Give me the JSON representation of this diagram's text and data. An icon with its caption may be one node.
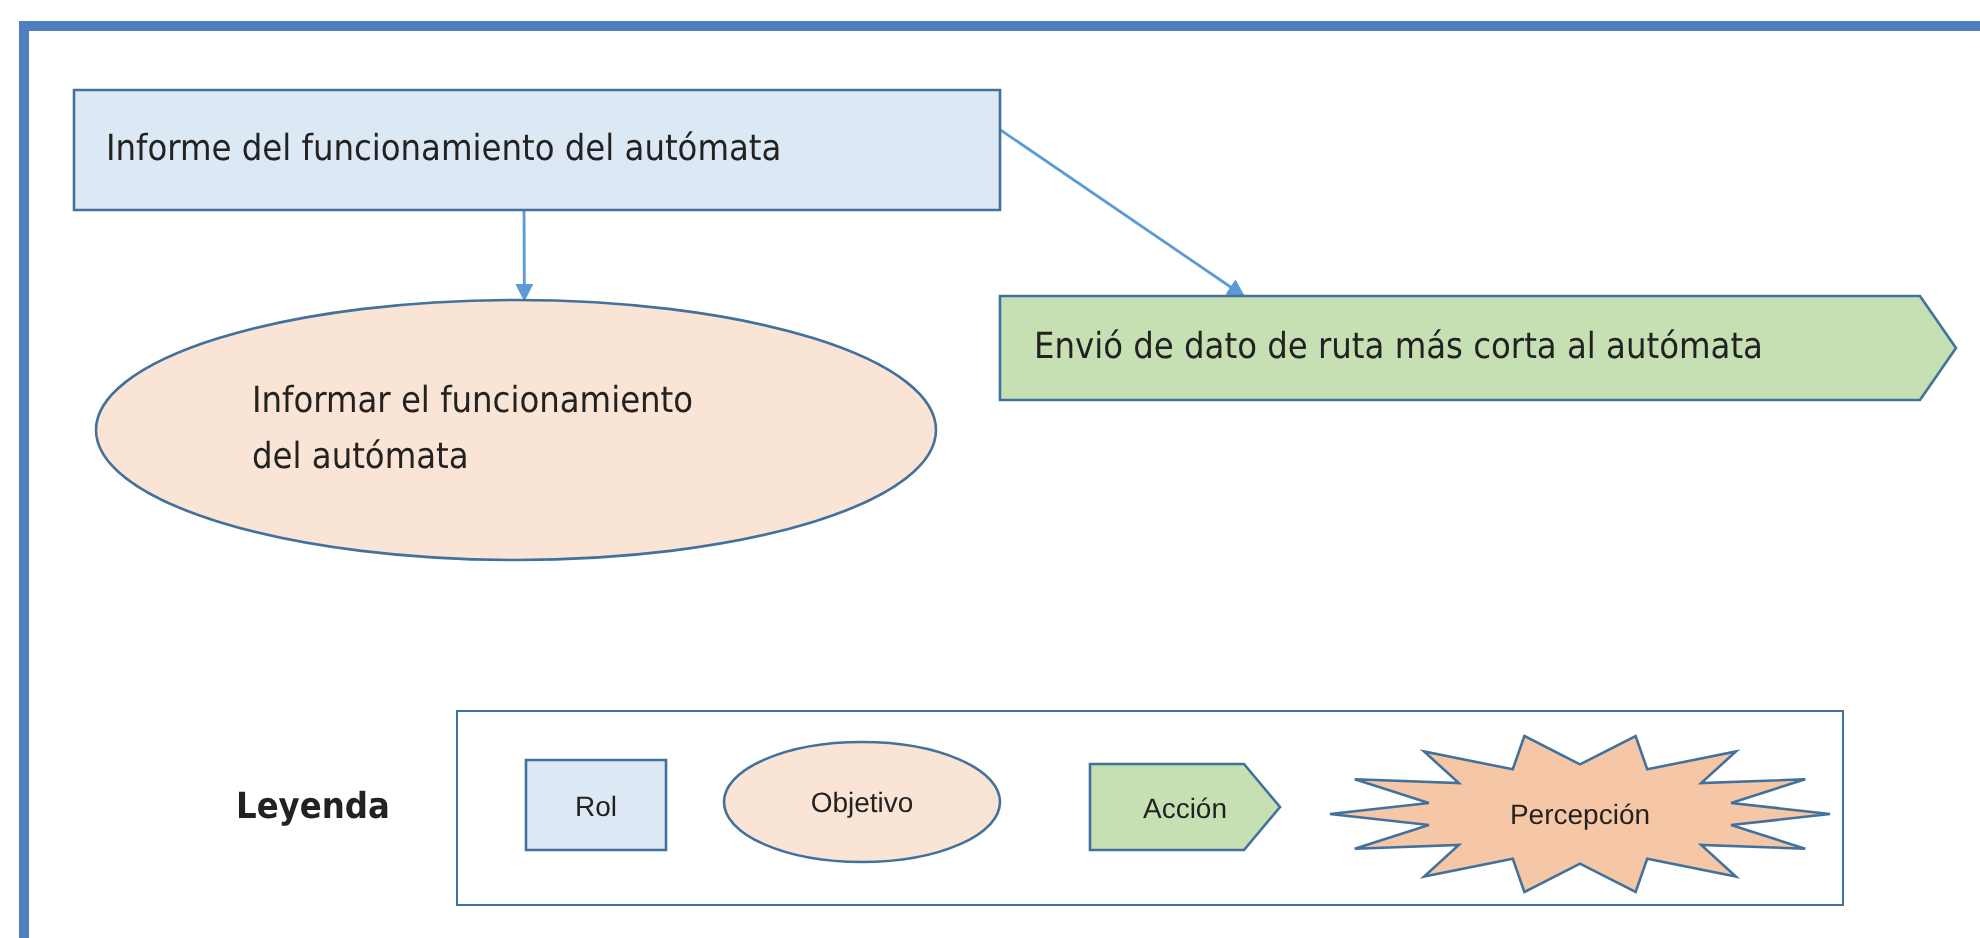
{
  "diagram": {
    "nodes": [
      {
        "text": [
          "Informe del funcionamiento del autómata"
        ]
      },
      {
        "text": [
          "Informar el funcionamiento del autómata"
        ]
      },
      {
        "text": [
          "Envió de dato de ruta más corta al autómata"
        ]
      }
    ],
    "edges": [
      {
        "from": 0,
        "to": 1,
        "arrow": "to"
      },
      {
        "from": 0,
        "to": 2,
        "arrow": "to"
      }
    ],
    "labels": [
      "Leyenda"
    ],
    "legend": [
      {
        "text": "Rol",
        "color": "#dde8f5"
      },
      {
        "text": "Objetivo",
        "color": "#fae4d6"
      },
      {
        "text": "Acción",
        "color": "#c6e0b4"
      },
      {
        "text": "Percepción",
        "color": "#f6c7a6"
      }
    ]
  }
}
